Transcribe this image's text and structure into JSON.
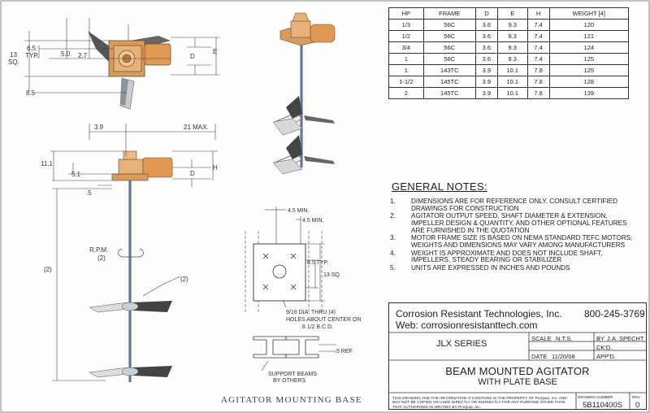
{
  "table": {
    "headers": [
      "HP",
      "FRAME",
      "D",
      "E",
      "H",
      "WEIGHT [4]"
    ],
    "rows": [
      [
        "1/3",
        "56C",
        "3.6",
        "9.3",
        "7.4",
        "120"
      ],
      [
        "1/2",
        "56C",
        "3.6",
        "9.3",
        "7.4",
        "121"
      ],
      [
        "3/4",
        "56C",
        "3.6",
        "9.3",
        "7.4",
        "124"
      ],
      [
        "1",
        "56C",
        "3.6",
        "9.3",
        "7.4",
        "125"
      ],
      [
        "1",
        "143TC",
        "3.9",
        "10.1",
        "7.8",
        "125"
      ],
      [
        "1-1/2",
        "145TC",
        "3.9",
        "10.1",
        "7.8",
        "128"
      ],
      [
        "2",
        "145TC",
        "3.9",
        "10.1",
        "7.8",
        "139"
      ]
    ]
  },
  "notes": {
    "title": "GENERAL NOTES:",
    "items": [
      {
        "num": "1.",
        "text": "Dimensions are for reference only. Consult certified drawings for construction"
      },
      {
        "num": "2.",
        "text": "Agitator output speed, shaft diameter & extension, impeller design & quantity, and other optional features are furnished in the quotation"
      },
      {
        "num": "3.",
        "text": "Motor frame size is based on NEMA standard TEFC motors; weights and dimensions may vary among manufacturers"
      },
      {
        "num": "4.",
        "text": "Weight is approximate and does not include shaft, impellers, steady bearing or stabilizer"
      },
      {
        "num": "5.",
        "text": "Units are expressed in inches and pounds"
      }
    ]
  },
  "title_block": {
    "company": "Corrosion Resistant Technologies, Inc.",
    "web_label": "Web:",
    "web": "corrosionresistanttech.com",
    "phone": "800-245-3769",
    "series": "JLX SERIES",
    "scale_label": "SCALE",
    "scale": "N.T.S.",
    "by_label": "BY",
    "by": "J.A. SPECHT",
    "ckd_label": "CK'D.",
    "date_label": "DATE",
    "date": "11/20/08",
    "appd_label": "APP'D.",
    "title": "BEAM MOUNTED AGITATOR",
    "subtitle": "WITH PLATE BASE",
    "disclaimer": "THIS DRAWING AND THE INFORMATION IT CONTAINS IS THE PROPERTY OF ProQuip, Inc. AND MAY NOT BE COPIED OR USED DIRECTLY OR INDIRECTLY FOR ANY PURPOSE OTHER THAN THAT AUTHORIZED IN WRITING BY ProQuip, Inc.",
    "dwg_label": "DRAWING NUMBER",
    "dwg_number": "5B110400S",
    "rev_label": "REV.",
    "rev": "0"
  },
  "dims": {
    "top": {
      "d65": "6.5",
      "typ": "TYP.",
      "d13": "13",
      "sq": "SQ.",
      "d50": "5.0",
      "d27": "2.7",
      "d85": "8.5",
      "D": "D",
      "E": "E"
    },
    "side": {
      "d39": "3.9",
      "d21": "21 MAX.",
      "d111": "11.1",
      "d51": "5.1",
      "d05": ".5",
      "D": "D",
      "H": "H",
      "rpm": "R.P.M.",
      "rpm2": "(2)",
      "shaft": "(2)",
      "imp": "(2)"
    },
    "plate": {
      "m1": "4.5 MIN.",
      "m2": "4.5 MIN.",
      "typ": "6.5 TYP.",
      "sq": "13 SQ.",
      "holes1": "9/16 DIA. THRU (4)",
      "holes2": "HOLES ABOUT CENTER ON",
      "holes3": "8 1/2 B.C.D.",
      "ref": ".5 REF.",
      "beams1": "SUPPORT BEAMS",
      "beams2": "BY OTHERS"
    },
    "caption": "AGITATOR MOUNTING BASE"
  }
}
